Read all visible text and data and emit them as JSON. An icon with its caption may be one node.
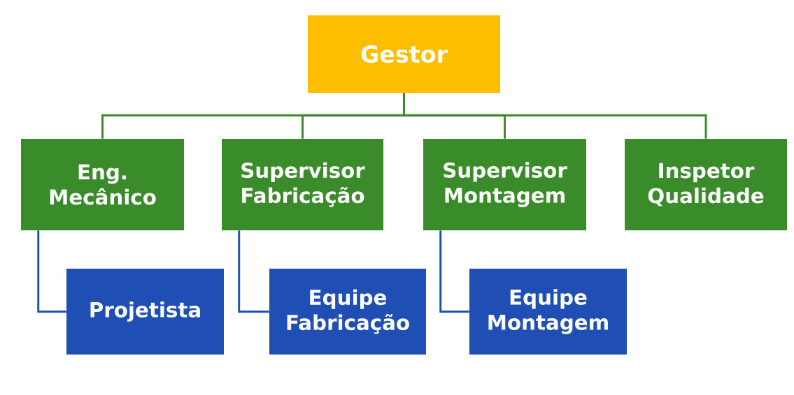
{
  "diagram": {
    "nodes": [
      {
        "text": [
          "Gestor"
        ]
      },
      {
        "text": [
          "Eng. Mecânico"
        ]
      },
      {
        "text": [
          "Supervisor Fabricação"
        ]
      },
      {
        "text": [
          "Supervisor Montagem"
        ]
      },
      {
        "text": [
          "Inspetor Qualidade"
        ]
      },
      {
        "text": [
          "Projetista"
        ]
      },
      {
        "text": [
          "Equipe Fabricação"
        ]
      },
      {
        "text": [
          "Equipe Montagem"
        ]
      }
    ],
    "edges": [
      {
        "from": 0,
        "to": 1,
        "arrow": "none"
      },
      {
        "from": 0,
        "to": 2,
        "arrow": "none"
      },
      {
        "from": 0,
        "to": 3,
        "arrow": "none"
      },
      {
        "from": 0,
        "to": 4,
        "arrow": "none"
      },
      {
        "from": 1,
        "to": 5,
        "arrow": "none",
        "color": "#1f4fb5"
      },
      {
        "from": 2,
        "to": 6,
        "arrow": "none",
        "color": "#1f4fb5"
      },
      {
        "from": 3,
        "to": 7,
        "arrow": "none",
        "color": "#1f4fb5"
      }
    ]
  }
}
